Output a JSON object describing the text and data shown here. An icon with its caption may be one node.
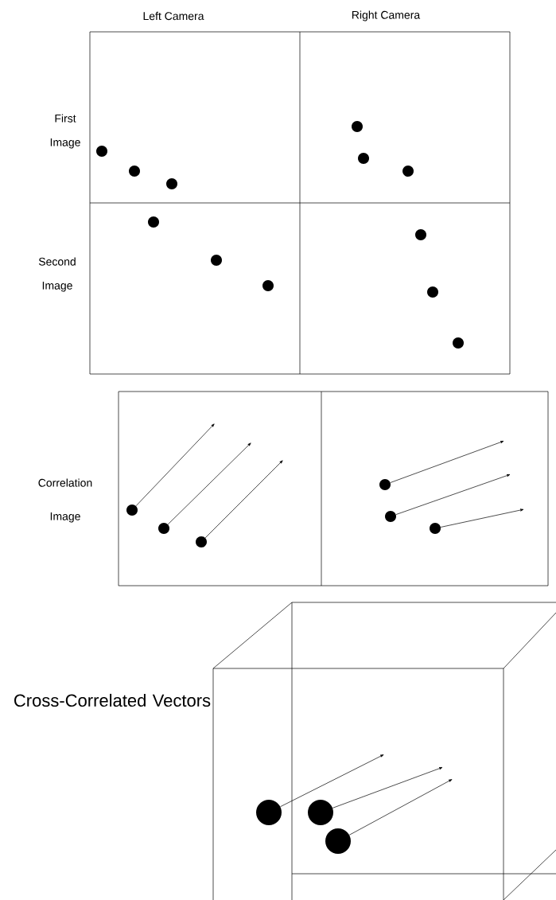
{
  "diagram": {
    "nodes": [
      {
        "text": [],
        "shape": "circle"
      },
      {
        "text": [],
        "shape": "circle"
      },
      {
        "text": [],
        "shape": "circle"
      },
      {
        "text": [],
        "shape": "circle"
      },
      {
        "text": [],
        "shape": "circle"
      },
      {
        "text": [],
        "shape": "circle"
      },
      {
        "text": [],
        "shape": "circle"
      },
      {
        "text": [],
        "shape": "circle"
      },
      {
        "text": [],
        "shape": "circle"
      }
    ],
    "edges": [
      {
        "from": 0,
        "to": null,
        "arrow": "to"
      },
      {
        "from": 1,
        "to": null,
        "arrow": "to"
      },
      {
        "from": 2,
        "to": null,
        "arrow": "to"
      },
      {
        "from": 3,
        "to": null,
        "arrow": "to"
      },
      {
        "from": 4,
        "to": null,
        "arrow": "to"
      },
      {
        "from": 5,
        "to": null,
        "arrow": "to"
      },
      {
        "from": 6,
        "to": null,
        "arrow": "to"
      },
      {
        "from": 7,
        "to": null,
        "arrow": "to"
      },
      {
        "from": 8,
        "to": null,
        "arrow": "to"
      }
    ],
    "labels": [
      "Left Camera",
      "Right Camera",
      "First Image",
      "Second Image",
      "Correlation Image",
      "Cross-Correlated Vectors"
    ]
  }
}
